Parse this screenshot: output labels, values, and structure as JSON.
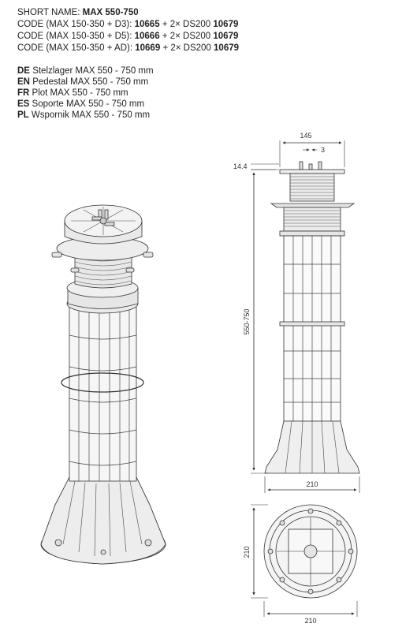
{
  "header": {
    "short_name_label": "SHORT NAME:",
    "short_name": "MAX 550-750",
    "codes": [
      {
        "prefix": "CODE (MAX 150-350 + D3):",
        "code": "10665",
        "mid": "+ 2× DS200",
        "code2": "10679"
      },
      {
        "prefix": "CODE (MAX 150-350 + D5):",
        "code": "10666",
        "mid": "+ 2× DS200",
        "code2": "10679"
      },
      {
        "prefix": "CODE (MAX 150-350 + AD):",
        "code": "10669",
        "mid": "+ 2× DS200",
        "code2": "10679"
      }
    ]
  },
  "translations": [
    {
      "lang": "DE",
      "text": "Stelzlager MAX 550 - 750 mm"
    },
    {
      "lang": "EN",
      "text": "Pedestal MAX 550 - 750 mm"
    },
    {
      "lang": "FR",
      "text": "Plot  MAX 550 - 750 mm"
    },
    {
      "lang": "ES",
      "text": "Soporte MAX 550 - 750 mm"
    },
    {
      "lang": "PL",
      "text": "Wspornik MAX 550 - 750 mm"
    }
  ],
  "dimensions": {
    "top_width": "145",
    "tab_width": "3",
    "head_height": "14.4",
    "height_range": "550-750",
    "base_width": "210",
    "plan_height": "210",
    "plan_width": "210"
  }
}
